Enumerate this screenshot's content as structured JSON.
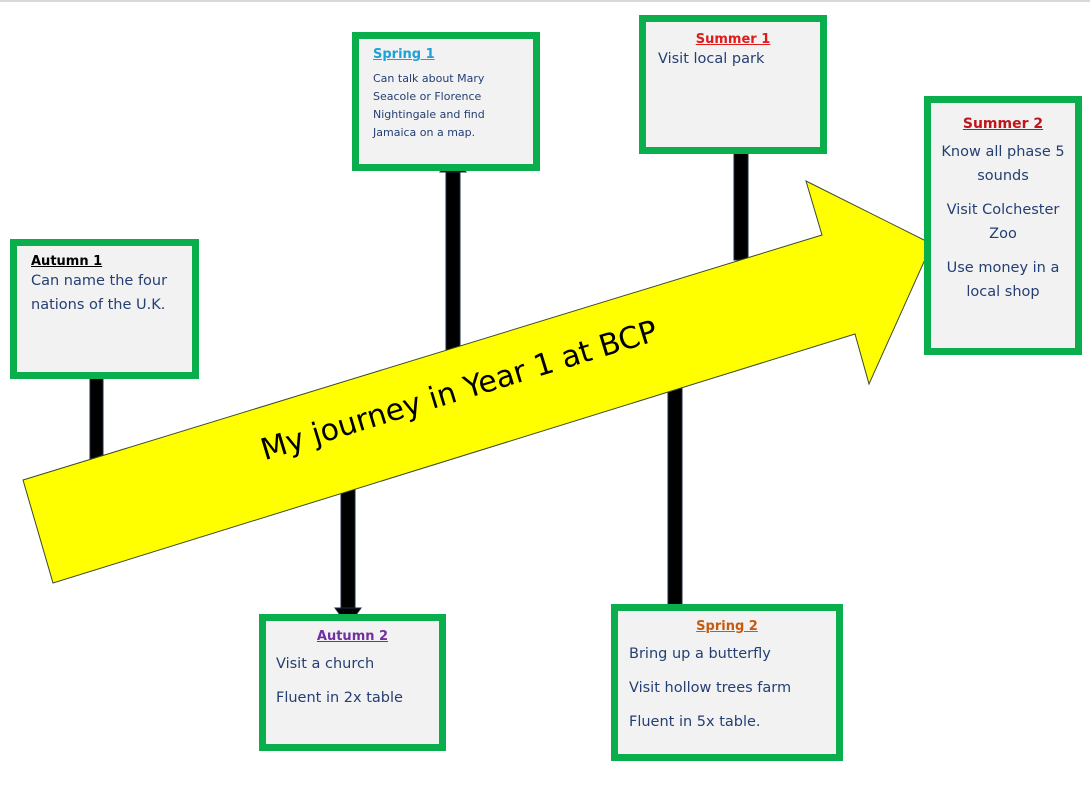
{
  "title": "My journey in Year 1 at BCP",
  "colors": {
    "border": "#0aae4c",
    "arrow": "#ffff00",
    "text": "#243f73"
  },
  "boxes": {
    "autumn1": {
      "heading": "Autumn 1",
      "items": [
        "Can name the four nations of the U.K."
      ]
    },
    "spring1": {
      "heading": "Spring 1",
      "items": [
        "Can talk about Mary Seacole or Florence Nightingale and find Jamaica on a map."
      ]
    },
    "summer1": {
      "heading": "Summer 1",
      "items": [
        "Visit local park"
      ]
    },
    "summer2": {
      "heading": "Summer 2",
      "items": [
        "Know all phase 5 sounds",
        "Visit Colchester Zoo",
        "Use money in a local shop"
      ]
    },
    "autumn2": {
      "heading": "Autumn 2",
      "items": [
        "Visit a church",
        "Fluent in 2x table"
      ]
    },
    "spring2": {
      "heading": "Spring 2",
      "items": [
        "Bring up a butterfly",
        "Visit hollow trees farm",
        "Fluent in 5x table."
      ]
    }
  }
}
